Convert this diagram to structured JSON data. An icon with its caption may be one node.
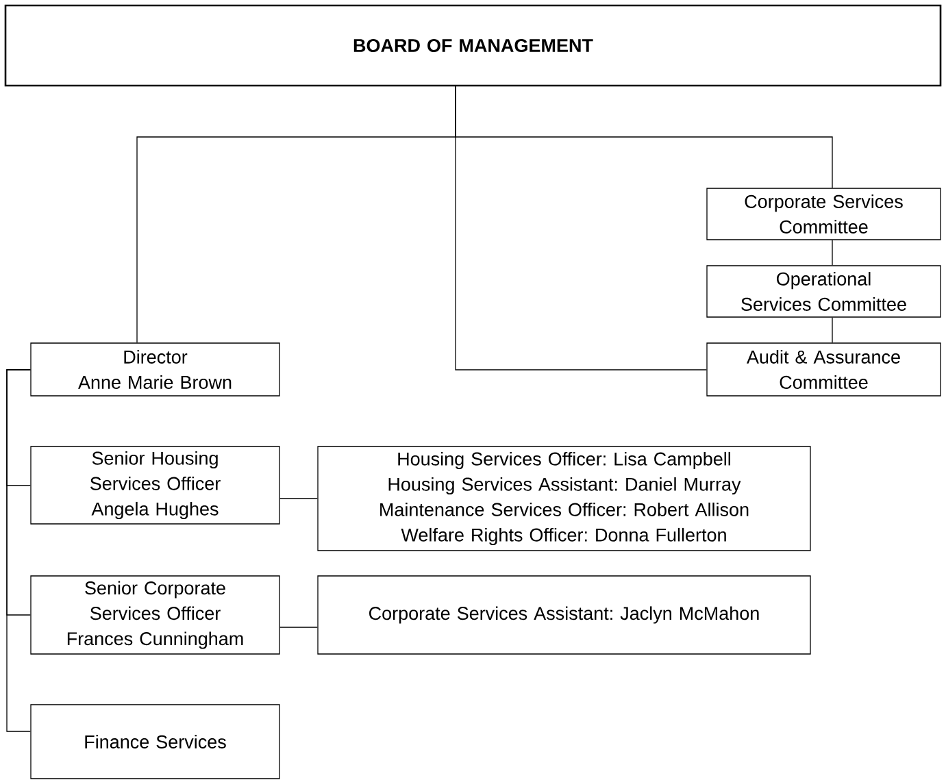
{
  "diagram": {
    "nodes": [
      {
        "text": [
          "BOARD OF MANAGEMENT"
        ]
      },
      {
        "text": [
          "Director",
          "Anne Marie Brown"
        ]
      },
      {
        "text": [
          "Corporate Services Committee"
        ]
      },
      {
        "text": [
          "Operational Services Committee"
        ]
      },
      {
        "text": [
          "Audit & Assurance Committee"
        ]
      },
      {
        "text": [
          "Senior Housing Services Officer",
          "Angela Hughes"
        ]
      },
      {
        "text": [
          "Housing Services Officer: Lisa Campbell",
          "Housing Services Assistant: Daniel Murray",
          "Maintenance Services Officer: Robert Allison",
          "Welfare Rights Officer: Donna Fullerton"
        ]
      },
      {
        "text": [
          "Senior Corporate Services Officer",
          "Frances Cunningham"
        ]
      },
      {
        "text": [
          "Corporate Services Assistant: Jaclyn McMahon"
        ]
      },
      {
        "text": [
          "Finance Services"
        ]
      }
    ],
    "edges": [
      {
        "from": 0,
        "to": 1,
        "arrow": "none"
      },
      {
        "from": 0,
        "to": 2,
        "arrow": "none"
      },
      {
        "from": 0,
        "to": 4,
        "arrow": "none"
      },
      {
        "from": 2,
        "to": 3,
        "arrow": "none"
      },
      {
        "from": 3,
        "to": 4,
        "arrow": "none"
      },
      {
        "from": 1,
        "to": 5,
        "arrow": "none"
      },
      {
        "from": 1,
        "to": 7,
        "arrow": "none"
      },
      {
        "from": 1,
        "to": 9,
        "arrow": "none"
      },
      {
        "from": 5,
        "to": 6,
        "arrow": "none"
      },
      {
        "from": 7,
        "to": 8,
        "arrow": "none"
      }
    ]
  }
}
